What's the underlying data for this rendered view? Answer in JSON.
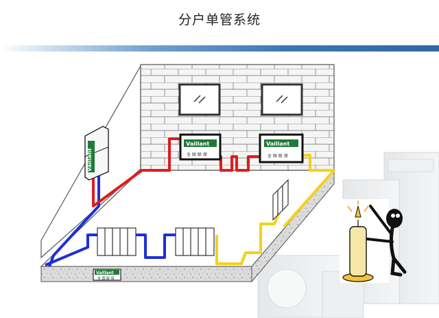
{
  "header": {
    "title": "分户单管系统"
  },
  "diagram": {
    "boiler": {
      "brand": "Vaillant"
    },
    "wall_heater_left": {
      "brand": "Vaillant",
      "caption": "全 国 联 保"
    },
    "wall_heater_right": {
      "brand": "Vaillant",
      "caption": "全 国 联 保"
    },
    "floor_heater": {
      "brand": "Vaillant",
      "caption": "全 国 联 保"
    },
    "colors": {
      "supply_pipe": "#e01b1b",
      "return_pipe": "#1d2fd6",
      "yellow_pipe": "#f2d21c",
      "brick_wall": "#f4f4f4",
      "header_band": "#3d77b5"
    },
    "icons": [
      "window-icon",
      "radiator-icon",
      "boiler-icon",
      "candle-figure-icon",
      "outdoor-unit-icon"
    ]
  }
}
